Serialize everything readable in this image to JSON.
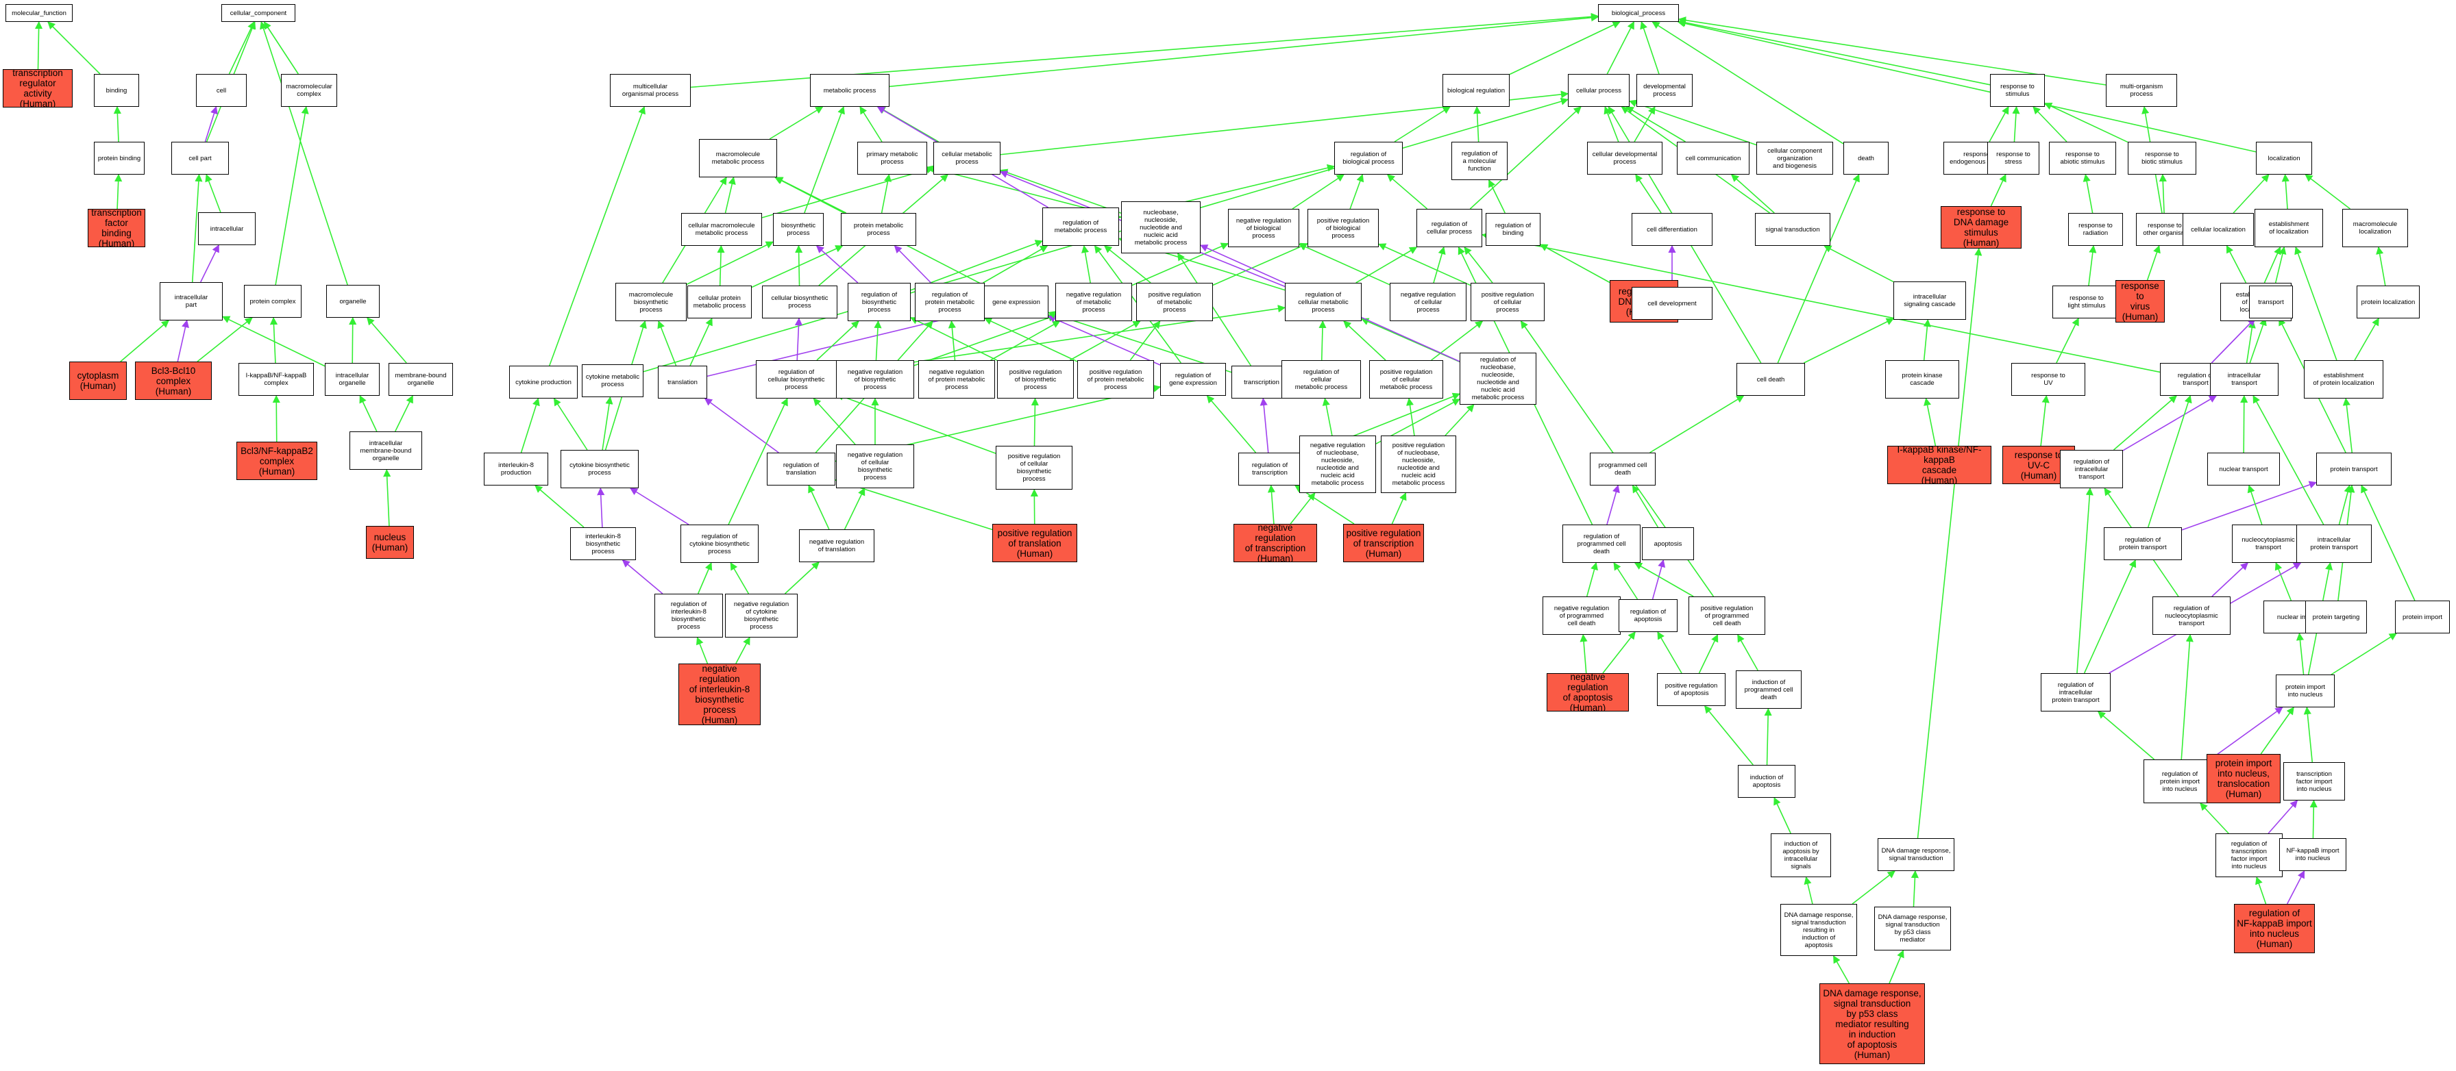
{
  "colors": {
    "is_a_edge": "#33ee33",
    "part_of_edge": "#a040ee",
    "highlight_fill": "#fa5a45",
    "node_fill": "#ffffff"
  },
  "nodes": [
    {
      "id": "mf",
      "label": "molecular_function"
    },
    {
      "id": "tra",
      "label": "transcription\nregulator activity\n(Human)",
      "hl": true
    },
    {
      "id": "bind",
      "label": "binding"
    },
    {
      "id": "pb",
      "label": "protein binding"
    },
    {
      "id": "tfb",
      "label": "transcription\nfactor binding\n(Human)",
      "hl": true
    },
    {
      "id": "cc",
      "label": "cellular_component"
    },
    {
      "id": "cell",
      "label": "cell"
    },
    {
      "id": "mmc",
      "label": "macromolecular\ncomplex"
    },
    {
      "id": "cellpart",
      "label": "cell part"
    },
    {
      "id": "intra",
      "label": "intracellular"
    },
    {
      "id": "ipart",
      "label": "intracellular\npart"
    },
    {
      "id": "pcx",
      "label": "protein complex"
    },
    {
      "id": "org",
      "label": "organelle"
    },
    {
      "id": "cyt",
      "label": "cytoplasm\n(Human)",
      "hl": true
    },
    {
      "id": "bcl",
      "label": "Bcl3-Bcl10 complex\n(Human)",
      "hl": true
    },
    {
      "id": "ikb",
      "label": "I-kappaB/NF-kappaB\ncomplex"
    },
    {
      "id": "bcl3nf",
      "label": "Bcl3/NF-kappaB2\ncomplex\n(Human)",
      "hl": true
    },
    {
      "id": "iorg",
      "label": "intracellular\norganelle"
    },
    {
      "id": "mbo",
      "label": "membrane-bound\norganelle"
    },
    {
      "id": "imbo",
      "label": "intracellular\nmembrane-bound\norganelle"
    },
    {
      "id": "nuc",
      "label": "nucleus\n(Human)",
      "hl": true
    },
    {
      "id": "bp",
      "label": "biological_process"
    },
    {
      "id": "mop",
      "label": "multicellular\norganismal process"
    },
    {
      "id": "metp",
      "label": "metabolic process"
    },
    {
      "id": "breg",
      "label": "biological regulation"
    },
    {
      "id": "cellp",
      "label": "cellular process"
    },
    {
      "id": "devp",
      "label": "developmental\nprocess"
    },
    {
      "id": "rts",
      "label": "response to\nstimulus"
    },
    {
      "id": "mop2",
      "label": "multi-organism\nprocess"
    },
    {
      "id": "mmp",
      "label": "macromolecule\nmetabolic process"
    },
    {
      "id": "pmp",
      "label": "primary metabolic\nprocess"
    },
    {
      "id": "cmp",
      "label": "cellular metabolic\nprocess"
    },
    {
      "id": "rbp",
      "label": "regulation of\nbiological process"
    },
    {
      "id": "rmf",
      "label": "regulation of\na molecular\nfunction"
    },
    {
      "id": "cdp",
      "label": "cellular developmental\nprocess"
    },
    {
      "id": "ccom",
      "label": "cell communication"
    },
    {
      "id": "ccoab",
      "label": "cellular component\norganization\nand biogenesis"
    },
    {
      "id": "death",
      "label": "death"
    },
    {
      "id": "rtes",
      "label": "response to\nendogenous stimulus"
    },
    {
      "id": "rtstress",
      "label": "response to\nstress"
    },
    {
      "id": "rtabs",
      "label": "response to\nabiotic stimulus"
    },
    {
      "id": "rtbs",
      "label": "response to\nbiotic stimulus"
    },
    {
      "id": "loc",
      "label": "localization"
    },
    {
      "id": "cmmp",
      "label": "cellular macromolecule\nmetabolic process"
    },
    {
      "id": "bsp",
      "label": "biosynthetic\nprocess"
    },
    {
      "id": "prmp",
      "label": "protein metabolic\nprocess"
    },
    {
      "id": "nucmp",
      "label": "nucleobase,\nnucleoside,\nnucleotide and\nnucleic acid\nmetabolic process"
    },
    {
      "id": "nrbp",
      "label": "negative regulation\nof biological\nprocess"
    },
    {
      "id": "prbp",
      "label": "positive regulation\nof biological\nprocess"
    },
    {
      "id": "rcp",
      "label": "regulation of\ncellular process"
    },
    {
      "id": "rbind",
      "label": "regulation of\nbinding"
    },
    {
      "id": "celldiff",
      "label": "cell differentiation"
    },
    {
      "id": "sigt",
      "label": "signal transduction"
    },
    {
      "id": "rtdds",
      "label": "response to\nDNA damage stimulus\n(Human)",
      "hl": true
    },
    {
      "id": "rtrad",
      "label": "response to\nradiation"
    },
    {
      "id": "rtoo",
      "label": "response to\nother organism"
    },
    {
      "id": "cloc",
      "label": "cellular localization"
    },
    {
      "id": "estloc",
      "label": "establishment\nof localization"
    },
    {
      "id": "mmloc",
      "label": "macromolecule\nlocalization"
    },
    {
      "id": "mmbp",
      "label": "macromolecule\nbiosynthetic\nprocess"
    },
    {
      "id": "cpmp",
      "label": "cellular protein\nmetabolic process"
    },
    {
      "id": "rmetp",
      "label": "regulation of\nmetabolic process"
    },
    {
      "id": "cbsp",
      "label": "cellular biosynthetic\nprocess"
    },
    {
      "id": "rbsp",
      "label": "regulation of\nbiosynthetic\nprocess"
    },
    {
      "id": "rpmp",
      "label": "regulation of\nprotein metabolic\nprocess"
    },
    {
      "id": "gexp",
      "label": "gene expression"
    },
    {
      "id": "nrmp",
      "label": "negative regulation\nof metabolic\nprocess"
    },
    {
      "id": "prmetp",
      "label": "positive regulation\nof metabolic\nprocess"
    },
    {
      "id": "rcmp",
      "label": "regulation of\ncellular metabolic\nprocess"
    },
    {
      "id": "nrcp",
      "label": "negative regulation\nof cellular\nprocess"
    },
    {
      "id": "prcp",
      "label": "positive regulation\nof cellular\nprocess"
    },
    {
      "id": "rdb",
      "label": "regulation of\nDNA binding\n(Human)",
      "hl": true
    },
    {
      "id": "celldev",
      "label": "cell development"
    },
    {
      "id": "iscas",
      "label": "intracellular\nsignaling cascade"
    },
    {
      "id": "rtls",
      "label": "response to\nlight stimulus"
    },
    {
      "id": "rtvir",
      "label": "response to\nvirus\n(Human)",
      "hl": true
    },
    {
      "id": "estcl",
      "label": "establishment\nof cellular\nlocalization"
    },
    {
      "id": "transp",
      "label": "transport"
    },
    {
      "id": "protloc",
      "label": "protein localization"
    },
    {
      "id": "cytprod",
      "label": "cytokine production"
    },
    {
      "id": "cytmp",
      "label": "cytokine metabolic\nprocess"
    },
    {
      "id": "transl",
      "label": "translation"
    },
    {
      "id": "rcbsp",
      "label": "regulation of\ncellular biosynthetic\nprocess"
    },
    {
      "id": "nrbsp",
      "label": "negative regulation\nof biosynthetic\nprocess"
    },
    {
      "id": "nrpmp",
      "label": "negative regulation\nof protein metabolic\nprocess"
    },
    {
      "id": "prbsp",
      "label": "positive regulation\nof biosynthetic\nprocess"
    },
    {
      "id": "prpmp",
      "label": "positive regulation\nof protein metabolic\nprocess"
    },
    {
      "id": "rgexp",
      "label": "regulation of\ngene expression"
    },
    {
      "id": "transc",
      "label": "transcription"
    },
    {
      "id": "nrcmp",
      "label": "regulation of\ncellular\nmetabolic process"
    },
    {
      "id": "prcmp",
      "label": "positive regulation\nof cellular\nmetabolic process"
    },
    {
      "id": "rnucmp",
      "label": "regulation of\nnucleobase,\nnucleoside,\nnucleotide and\nnucleic acid\nmetabolic process"
    },
    {
      "id": "celldeath",
      "label": "cell death"
    },
    {
      "id": "pkc",
      "label": "protein kinase\ncascade"
    },
    {
      "id": "rtuv",
      "label": "response to\nUV"
    },
    {
      "id": "rtransp",
      "label": "regulation of\ntransport"
    },
    {
      "id": "ictransp",
      "label": "intracellular\ntransport"
    },
    {
      "id": "estpl",
      "label": "establishment\nof protein localization"
    },
    {
      "id": "il8p",
      "label": "interleukin-8\nproduction"
    },
    {
      "id": "cytbsp",
      "label": "cytokine biosynthetic\nprocess"
    },
    {
      "id": "rtransl",
      "label": "regulation of\ntranslation"
    },
    {
      "id": "nrcbsp",
      "label": "negative regulation\nof cellular\nbiosynthetic\nprocess"
    },
    {
      "id": "prcbsp",
      "label": "positive regulation\nof cellular\nbiosynthetic\nprocess"
    },
    {
      "id": "rtranscr",
      "label": "regulation of\ntranscription"
    },
    {
      "id": "nrnucmp",
      "label": "negative regulation\nof nucleobase,\nnucleoside,\nnucleotide and\nnucleic acid\nmetabolic process"
    },
    {
      "id": "prnucmp",
      "label": "positive regulation\nof nucleobase,\nnucleoside,\nnucleotide and\nnucleic acid\nmetabolic process"
    },
    {
      "id": "pcd",
      "label": "programmed cell\ndeath"
    },
    {
      "id": "ikbnf",
      "label": "I-kappaB kinase/NF-kappaB\ncascade\n(Human)",
      "hl": true
    },
    {
      "id": "rtuvc",
      "label": "response to\nUV-C\n(Human)",
      "hl": true
    },
    {
      "id": "rictp",
      "label": "regulation of\nintracellular\ntransport"
    },
    {
      "id": "nuctr",
      "label": "nuclear transport"
    },
    {
      "id": "prottr",
      "label": "protein transport"
    },
    {
      "id": "il8bsp",
      "label": "interleukin-8\nbiosynthetic\nprocess"
    },
    {
      "id": "rcytbsp",
      "label": "regulation of\ncytokine biosynthetic\nprocess"
    },
    {
      "id": "nrtransl",
      "label": "negative regulation\nof translation"
    },
    {
      "id": "prtransl",
      "label": "positive regulation\nof translation\n(Human)",
      "hl": true
    },
    {
      "id": "nrtranscr",
      "label": "negative regulation\nof transcription\n(Human)",
      "hl": true
    },
    {
      "id": "prtranscr",
      "label": "positive regulation\nof transcription\n(Human)",
      "hl": true
    },
    {
      "id": "rpcd",
      "label": "regulation of\nprogrammed cell\ndeath"
    },
    {
      "id": "apop",
      "label": "apoptosis"
    },
    {
      "id": "rprottr",
      "label": "regulation of\nprotein transport"
    },
    {
      "id": "ncyttr",
      "label": "nucleocytoplasmic\ntransport"
    },
    {
      "id": "icptr",
      "label": "intracellular\nprotein transport"
    },
    {
      "id": "ril8bsp",
      "label": "regulation of\ninterleukin-8\nbiosynthetic\nprocess"
    },
    {
      "id": "nrcytbsp",
      "label": "negative regulation\nof cytokine\nbiosynthetic\nprocess"
    },
    {
      "id": "nrpcd",
      "label": "negative regulation\nof programmed\ncell death"
    },
    {
      "id": "rapop",
      "label": "regulation of\napoptosis"
    },
    {
      "id": "prpcd",
      "label": "positive regulation\nof programmed\ncell death"
    },
    {
      "id": "rncyttr",
      "label": "regulation of\nnucleocytoplasmic\ntransport"
    },
    {
      "id": "nimp",
      "label": "nuclear import"
    },
    {
      "id": "ptarg",
      "label": "protein targeting"
    },
    {
      "id": "pimp",
      "label": "protein import"
    },
    {
      "id": "nril8",
      "label": "negative regulation\nof interleukin-8\nbiosynthetic\nprocess\n(Human)",
      "hl": true
    },
    {
      "id": "nrapop",
      "label": "negative regulation\nof apoptosis\n(Human)",
      "hl": true
    },
    {
      "id": "prapop",
      "label": "positive regulation\nof apoptosis"
    },
    {
      "id": "iopcd",
      "label": "induction of\nprogrammed cell\ndeath"
    },
    {
      "id": "ripcpt",
      "label": "regulation of\nintracellular\nprotein transport"
    },
    {
      "id": "pimpn",
      "label": "protein import\ninto nucleus"
    },
    {
      "id": "ioa",
      "label": "induction of\napoptosis"
    },
    {
      "id": "rpimpn",
      "label": "regulation of\nprotein import\ninto nucleus"
    },
    {
      "id": "pimpnt",
      "label": "protein import\ninto nucleus,\ntranslocation\n(Human)",
      "hl": true
    },
    {
      "id": "tfimp",
      "label": "transcription\nfactor import\ninto nucleus"
    },
    {
      "id": "ioabis",
      "label": "induction of\napoptosis by\nintracellular\nsignals"
    },
    {
      "id": "ddrst",
      "label": "DNA damage response,\nsignal transduction"
    },
    {
      "id": "rtfimp",
      "label": "regulation of\ntranscription\nfactor import\ninto nucleus"
    },
    {
      "id": "nfimp",
      "label": "NF-kappaB import\ninto nucleus"
    },
    {
      "id": "ddrstria",
      "label": "DNA damage response,\nsignal transduction\nresulting in\ninduction of\napoptosis"
    },
    {
      "id": "ddrstp53",
      "label": "DNA damage response,\nsignal transduction\nby p53 class\nmediator"
    },
    {
      "id": "rnfimp",
      "label": "regulation of\nNF-kappaB import\ninto nucleus\n(Human)",
      "hl": true
    },
    {
      "id": "ddrfinal",
      "label": "DNA damage response,\nsignal transduction\nby p53 class\nmediator resulting\nin induction\nof apoptosis\n(Human)",
      "hl": true
    }
  ]
}
